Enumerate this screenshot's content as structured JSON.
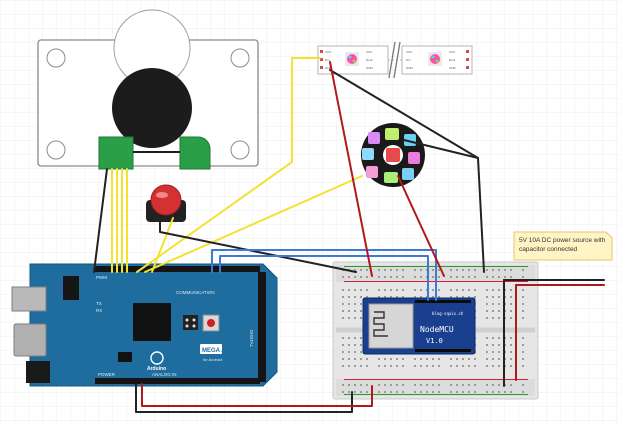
{
  "note": {
    "text_line1": "5V 10A DC power source with",
    "text_line2": "capacitor connected"
  },
  "arduino": {
    "board_label": "MEGA ADK",
    "board_sublabel": "for Android",
    "brand": "Arduino",
    "communication_label": "COMMUNICATION",
    "pwm_label": "PWM",
    "analog_label": "ANALOG IN",
    "power_label": "POWER",
    "digital_label": "DIGITAL",
    "tx_label": "TX",
    "rx_label": "RX",
    "on_label": "ON"
  },
  "nodemcu": {
    "title": "NodeMCU",
    "version": "V1.0",
    "url": "blog-squix.ch"
  },
  "led_strip": {
    "labels_left": [
      "VCC",
      "Din",
      "GND"
    ],
    "labels_right": [
      "VCC",
      "Dout",
      "GND"
    ]
  },
  "colors": {
    "background": "#ffffff",
    "grid": "#e8e8e8",
    "arduino_board": "#1f6d9e",
    "wire_yellow": "#ffee3a",
    "wire_blue": "#3d7ad6",
    "wire_red": "#b11a1a",
    "wire_black": "#222222",
    "breadboard": "#e9e9e9",
    "note_bg": "#fff3c2"
  },
  "icons": {
    "joystick": "joystick-icon",
    "button": "push-button-icon",
    "ring": "led-ring-icon"
  }
}
